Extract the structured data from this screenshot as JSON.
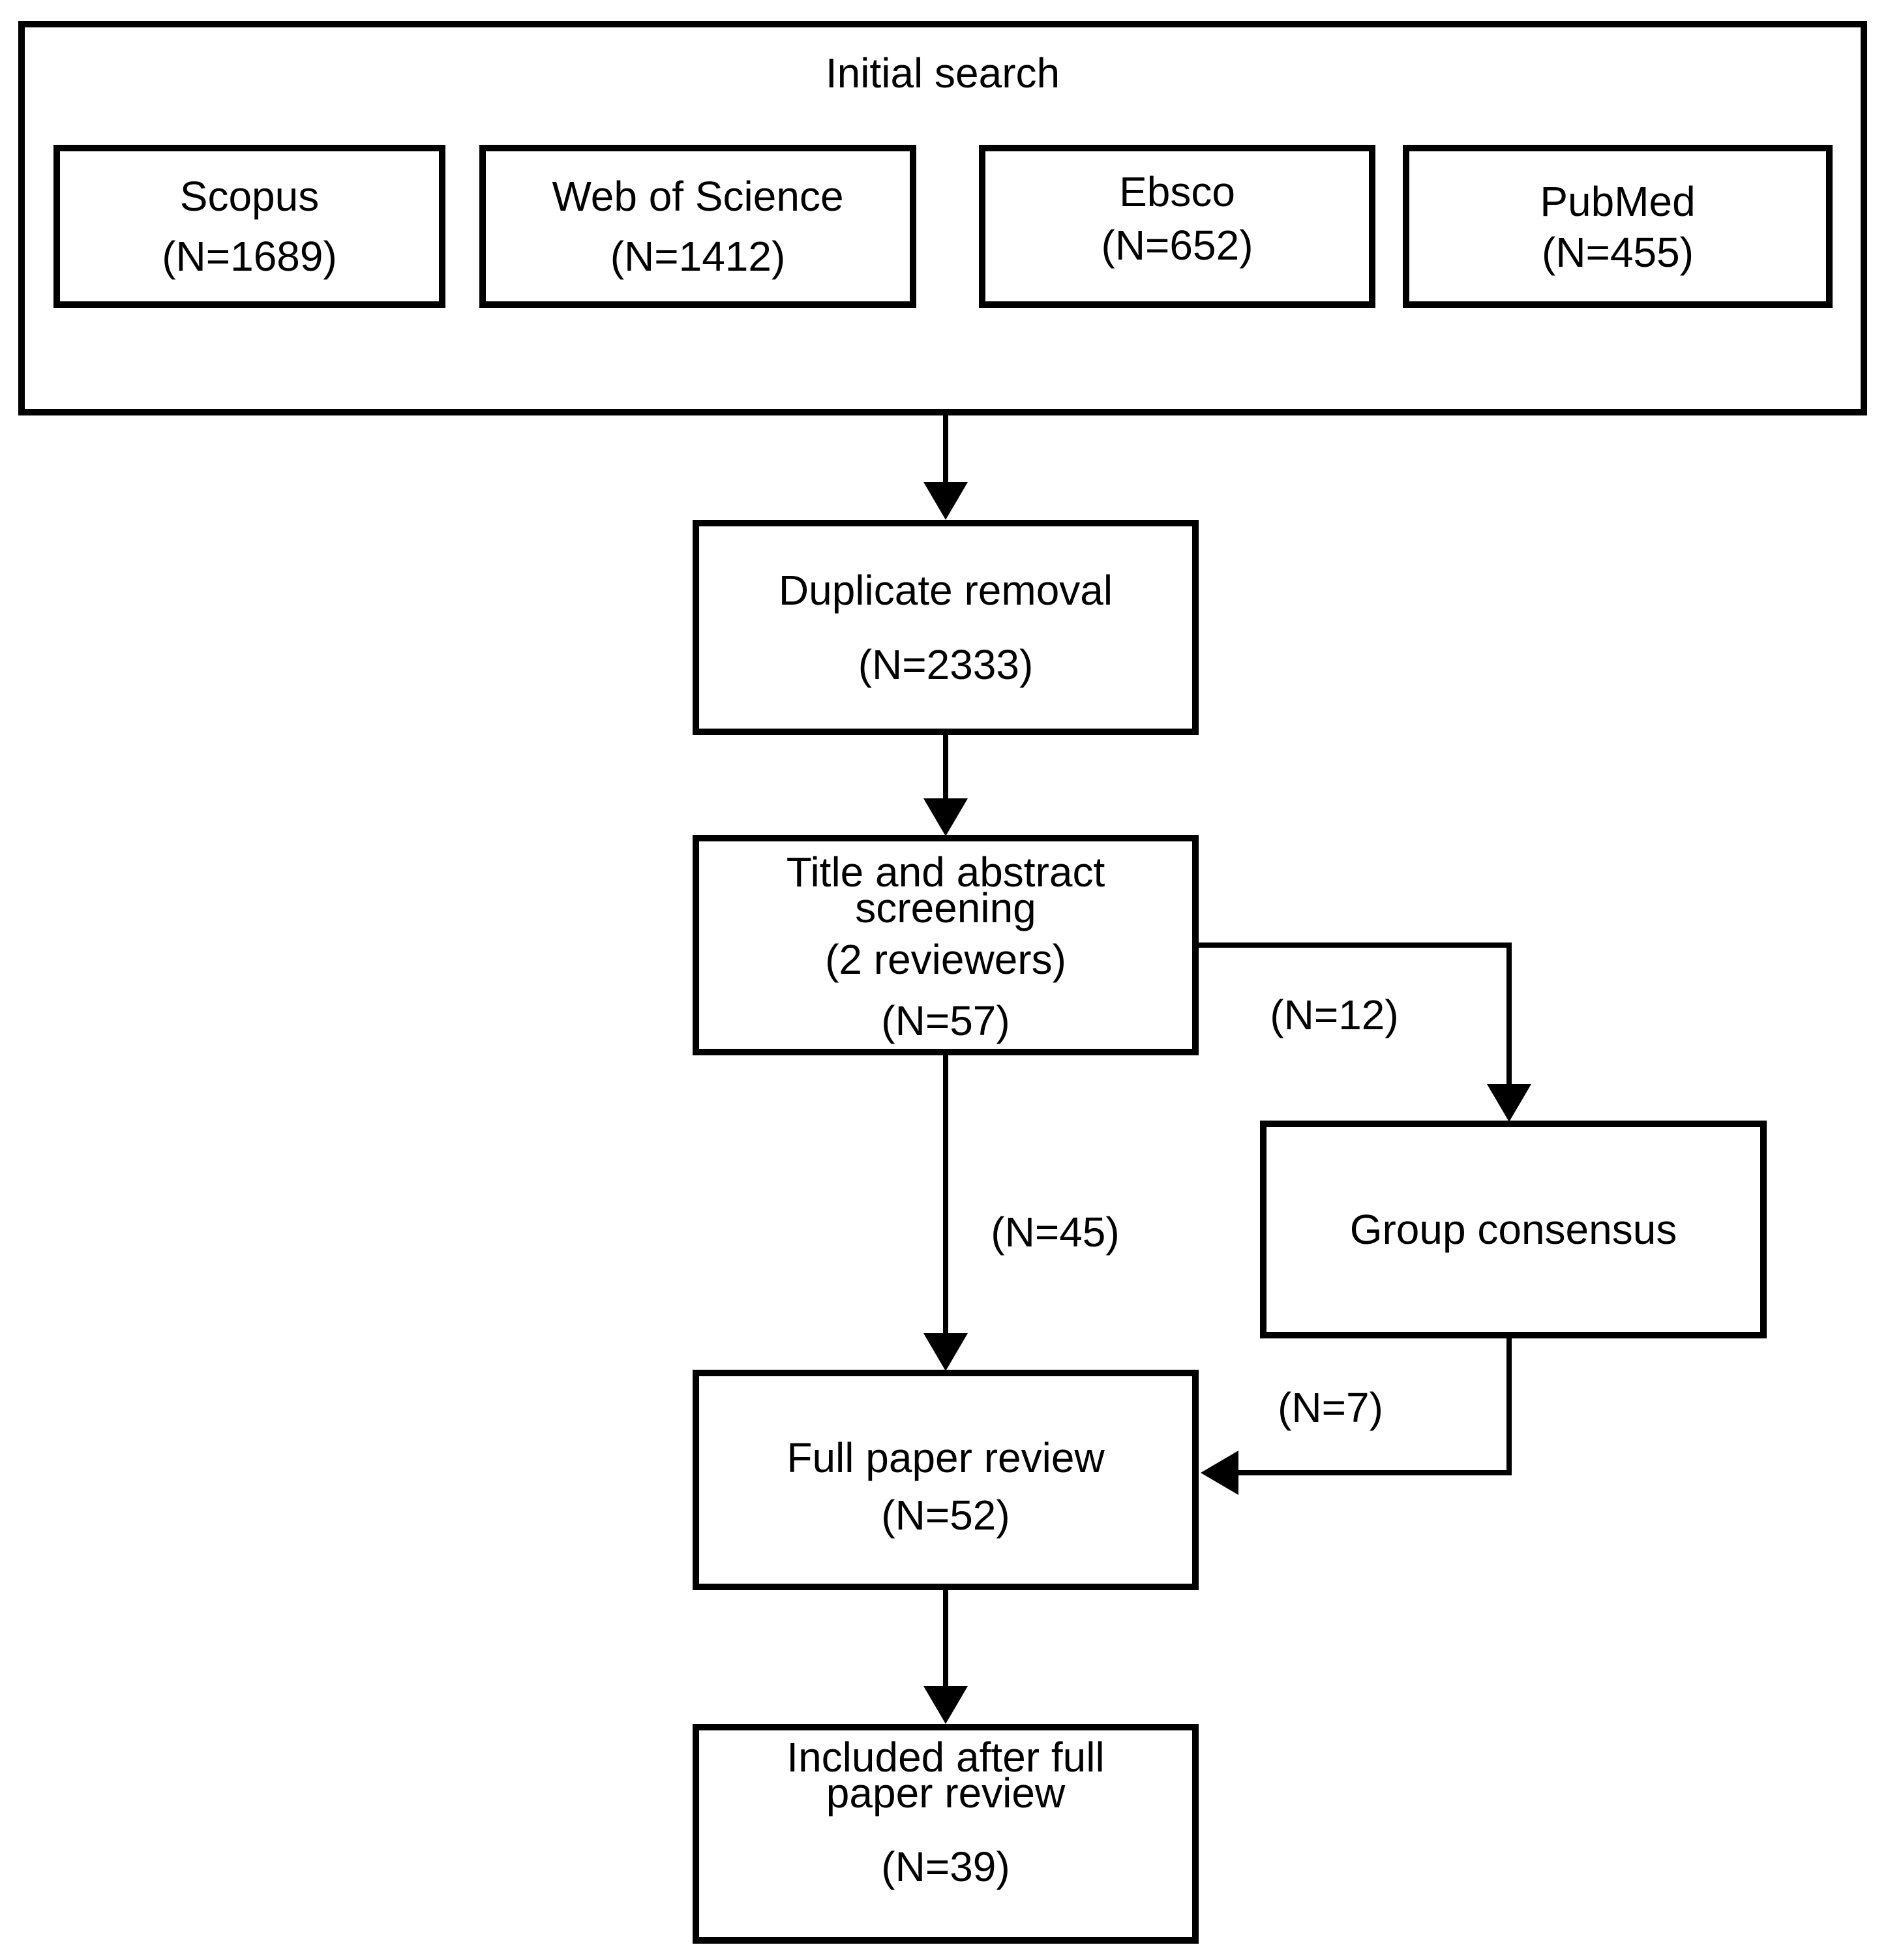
{
  "figure": {
    "background_color": "#ffffff",
    "line_color": "#000000",
    "initial_search": {
      "title": "Initial search",
      "sources": [
        {
          "name": "Scopus",
          "count": "(N=1689)"
        },
        {
          "name": "Web of Science",
          "count": "(N=1412)"
        },
        {
          "name": "Ebsco",
          "count": "(N=652)"
        },
        {
          "name": "PubMed",
          "count": "(N=455)"
        }
      ]
    },
    "nodes": {
      "duplicate_removal": {
        "label": "Duplicate removal",
        "count": "(N=2333)"
      },
      "title_abstract_screening": {
        "label": "Title and abstract screening",
        "note": "(2 reviewers)",
        "count": "(N=57)"
      },
      "group_consensus": {
        "label": "Group consensus"
      },
      "full_paper_review": {
        "label": "Full paper review",
        "count": "(N=52)"
      },
      "included_after_full_paper_review": {
        "label": "Included after full paper review",
        "count": "(N=39)"
      }
    },
    "edge_labels": {
      "screening_to_group_consensus": "(N=12)",
      "screening_to_full_paper_review": "(N=45)",
      "group_consensus_to_full_paper_review": "(N=7)"
    }
  }
}
